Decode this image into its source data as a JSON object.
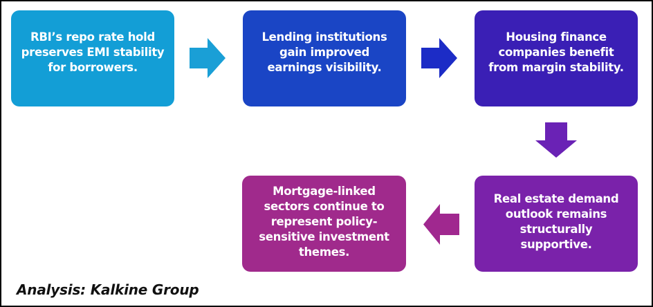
{
  "diagram": {
    "type": "flowchart",
    "steps": [
      {
        "id": "step-1",
        "text": "RBI’s repo rate hold preserves EMI stability for borrowers.",
        "color": "#139ED6"
      },
      {
        "id": "step-2",
        "text": "Lending institutions gain improved earnings visibility.",
        "color": "#1A45C5"
      },
      {
        "id": "step-3",
        "text": "Housing finance companies benefit from margin stability.",
        "color": "#3A1FB5"
      },
      {
        "id": "step-4",
        "text": "Real estate demand outlook remains structurally supportive.",
        "color": "#7A22AA"
      },
      {
        "id": "step-5",
        "text": "Mortgage-linked sectors continue to represent policy-sensitive investment themes.",
        "color": "#A02A8C"
      }
    ],
    "arrows": [
      {
        "from": "step-1",
        "to": "step-2",
        "direction": "right",
        "color": "#1A9FD6"
      },
      {
        "from": "step-2",
        "to": "step-3",
        "direction": "right",
        "color": "#1C2CC6"
      },
      {
        "from": "step-3",
        "to": "step-4",
        "direction": "down",
        "color": "#6A22B5"
      },
      {
        "from": "step-4",
        "to": "step-5",
        "direction": "left",
        "color": "#A0288F"
      }
    ],
    "caption": "Analysis: Kalkine Group"
  }
}
